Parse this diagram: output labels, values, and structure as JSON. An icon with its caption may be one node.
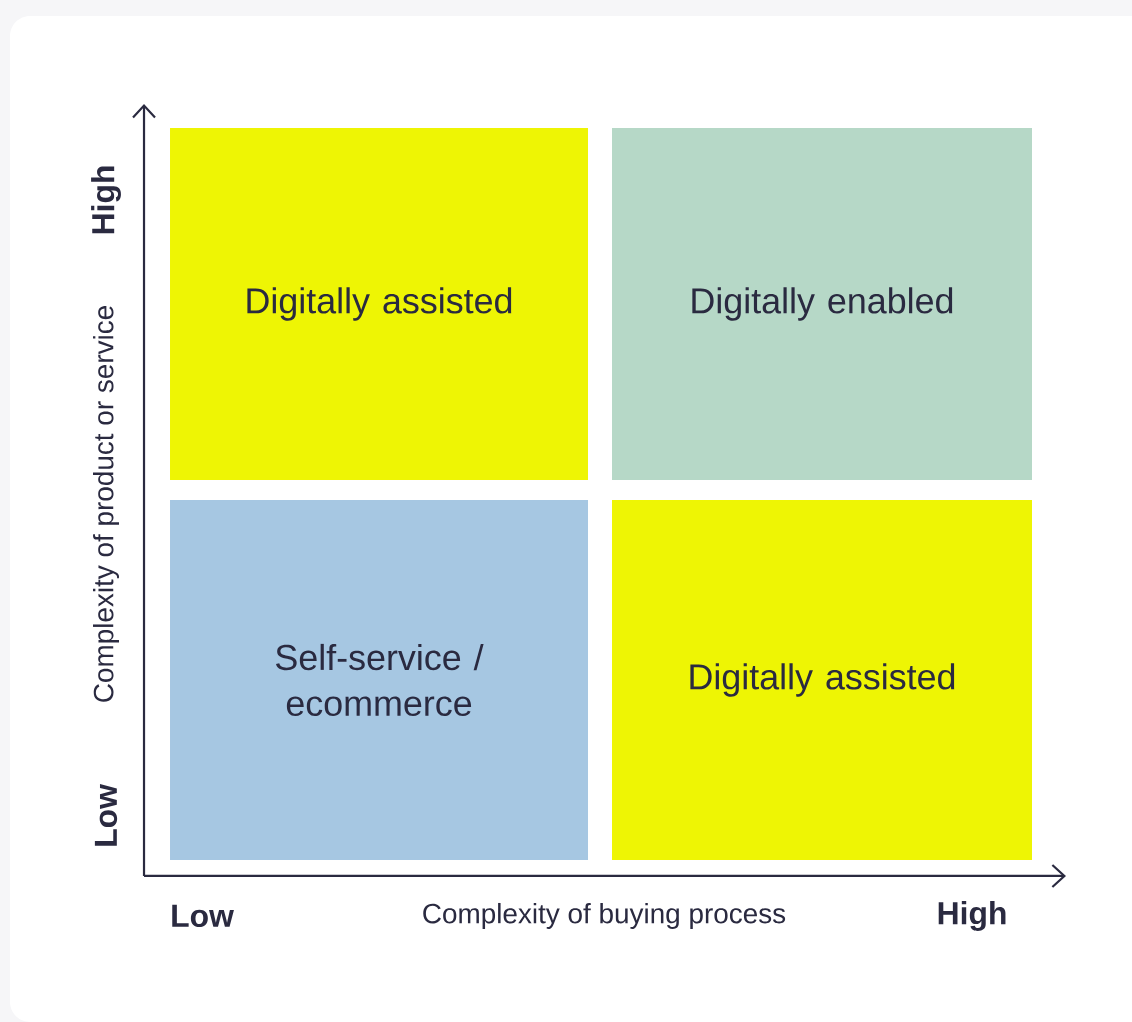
{
  "diagram": {
    "nodes": [
      {
        "text": [
          "Digitally assisted"
        ]
      },
      {
        "text": [
          "Digitally enabled"
        ]
      },
      {
        "text": [
          "Self-service / ecommerce"
        ]
      },
      {
        "text": [
          "Digitally assisted"
        ]
      }
    ],
    "labels": [
      "High",
      "Complexity of product or service",
      "Low",
      "Low",
      "Complexity of buying process",
      "High"
    ]
  }
}
